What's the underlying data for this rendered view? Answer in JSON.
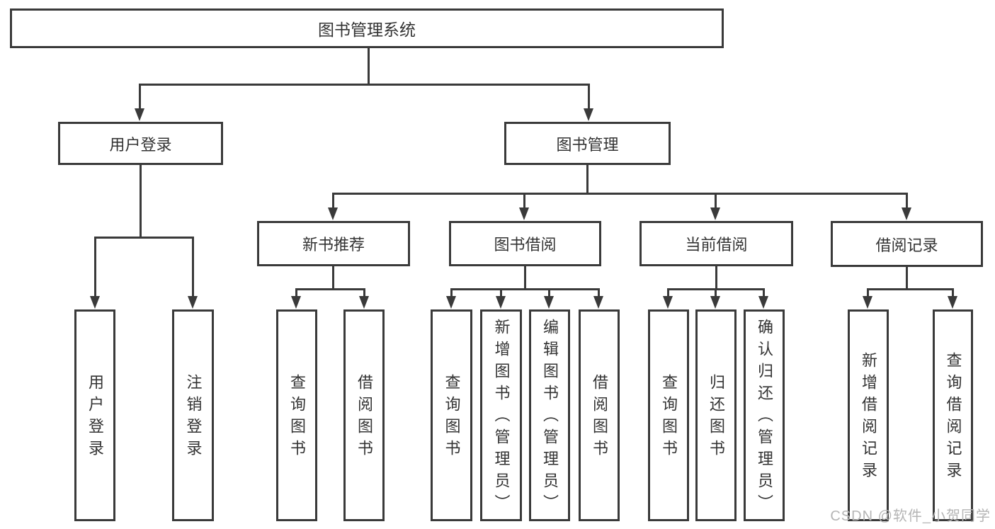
{
  "tree": {
    "root": {
      "label": "图书管理系统"
    },
    "branches": [
      {
        "label": "用户登录",
        "children": [
          {
            "label": "用户登录"
          },
          {
            "label": "注销登录"
          }
        ]
      },
      {
        "label": "图书管理",
        "children": [
          {
            "label": "新书推荐",
            "children": [
              {
                "label": "查询图书"
              },
              {
                "label": "借阅图书"
              }
            ]
          },
          {
            "label": "图书借阅",
            "children": [
              {
                "label": "查询图书"
              },
              {
                "label": "新增图书（管理员）"
              },
              {
                "label": "编辑图书（管理员）"
              },
              {
                "label": "借阅图书"
              }
            ]
          },
          {
            "label": "当前借阅",
            "children": [
              {
                "label": "查询图书"
              },
              {
                "label": "归还图书"
              },
              {
                "label": "确认归还（管理员）"
              }
            ]
          },
          {
            "label": "借阅记录",
            "children": [
              {
                "label": "新增借阅记录"
              },
              {
                "label": "查询借阅记录"
              }
            ]
          }
        ]
      }
    ]
  },
  "watermark": {
    "text": "CSDN @软件_小贺同学"
  },
  "colors": {
    "line": "#3a3a3a",
    "text": "#333333",
    "background": "#ffffff",
    "watermark": "#b5b5b5"
  }
}
